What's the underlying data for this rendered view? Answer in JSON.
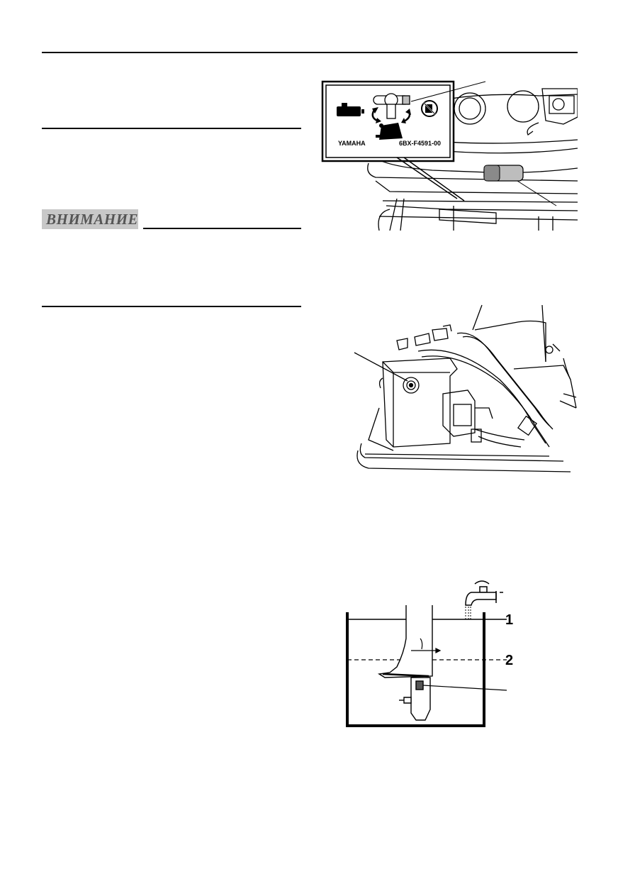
{
  "warning": {
    "label": "ВНИМАНИЕ"
  },
  "figure1": {
    "label_brand": "YAMAHA",
    "label_part_number": "6BX-F4591-00"
  },
  "figure3": {
    "callouts": [
      "1",
      "2"
    ]
  }
}
